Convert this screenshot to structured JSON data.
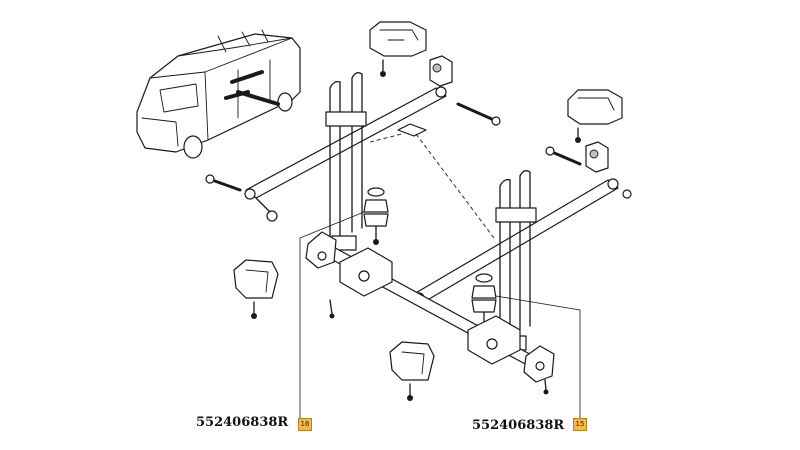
{
  "callouts": [
    {
      "part_number": "552406838R",
      "ref": "16"
    },
    {
      "part_number": "552406838R",
      "ref": "15"
    }
  ],
  "colors": {
    "tag_fill": "#f2b84b",
    "line": "#1a1a1a"
  }
}
